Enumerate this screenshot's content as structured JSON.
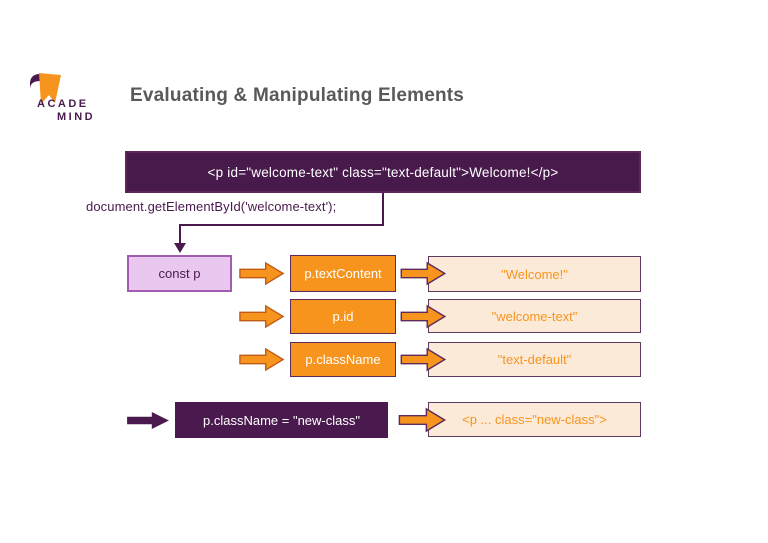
{
  "logo": {
    "line1": "ACADE",
    "line2": "MIND"
  },
  "header": {
    "title": "Evaluating & Manipulating Elements"
  },
  "banner": {
    "code": "<p id=\"welcome-text\" class=\"text-default\">Welcome!</p>"
  },
  "selector": {
    "code": "document.getElementById('welcome-text');"
  },
  "variable_box": {
    "label": "const p"
  },
  "rows": [
    {
      "property": "p.textContent",
      "value": "\"Welcome!\""
    },
    {
      "property": "p.id",
      "value": "\"welcome-text\""
    },
    {
      "property": "p.className",
      "value": "\"text-default\""
    }
  ],
  "assignment": {
    "expression": "p.className = \"new-class\"",
    "result": "<p ... class=\"new-class\">"
  },
  "colors": {
    "purple_dark": "#4a1a4e",
    "purple_banner": "#471a4b",
    "orange": "#f6941e",
    "peach": "#fcead9",
    "lavender": "#e9c7ee",
    "title_gray": "#58595b"
  }
}
